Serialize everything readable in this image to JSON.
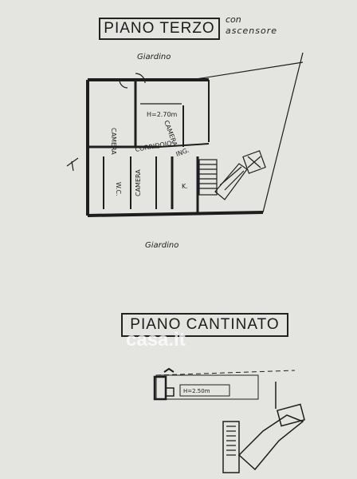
{
  "floor_top": {
    "title": "PIANO TERZO",
    "note_line1": "con",
    "note_line2": "ascensore",
    "garden_top": "Giardino",
    "garden_bottom": "Giardino",
    "rooms": {
      "camera_left": "CAMERA",
      "height": "H=2.70m",
      "camera_right": "CAMERA",
      "corridor": "CORRIDOIO",
      "ingresso": "ING.",
      "wc": "W.C.",
      "camera_bottom": "CAMERA",
      "kitchen": "K."
    }
  },
  "floor_bottom": {
    "title": "PIANO CANTINATO",
    "height": "H=2.50m"
  },
  "watermark": "casa.it"
}
